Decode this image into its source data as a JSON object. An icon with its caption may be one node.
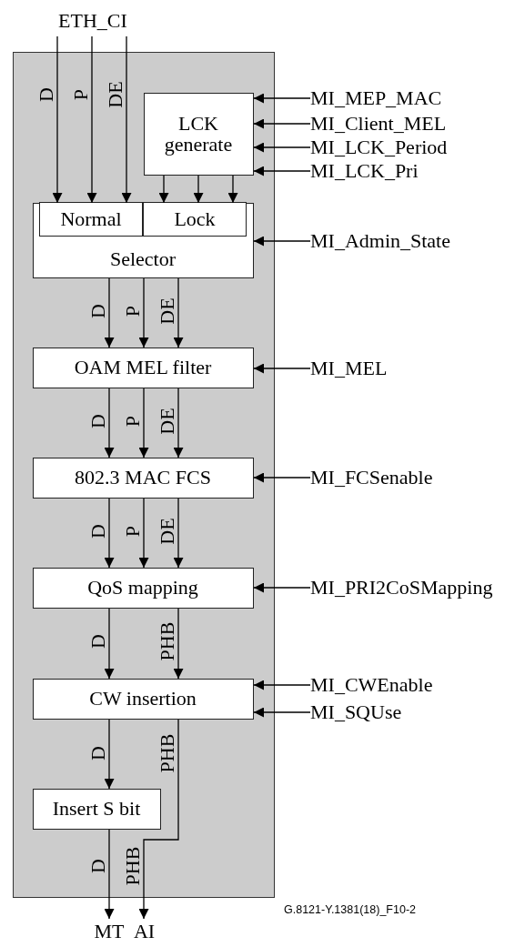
{
  "diagram": {
    "nodes": [
      {
        "text": [
          "ETH_CI"
        ]
      },
      {
        "text": [],
        "shape": "box"
      },
      {
        "text": [
          "LCK generate"
        ],
        "in": 1
      },
      {
        "text": [
          "Selector"
        ],
        "in": 1
      },
      {
        "text": [
          "Normal"
        ],
        "in": 3
      },
      {
        "text": [
          "Lock"
        ],
        "in": 3
      },
      {
        "text": [
          "OAM MEL filter"
        ],
        "in": 1
      },
      {
        "text": [
          "802.3 MAC FCS"
        ],
        "in": 1
      },
      {
        "text": [
          "QoS mapping"
        ],
        "in": 1
      },
      {
        "text": [
          "CW insertion"
        ],
        "in": 1
      },
      {
        "text": [
          "Insert S bit"
        ],
        "in": 1
      },
      {
        "text": [
          "MI_MEP_MAC"
        ]
      },
      {
        "text": [
          "MI_Client_MEL"
        ]
      },
      {
        "text": [
          "MI_LCK_Period"
        ]
      },
      {
        "text": [
          "MI_LCK_Pri"
        ]
      },
      {
        "text": [
          "MI_Admin_State"
        ]
      },
      {
        "text": [
          "MI_MEL"
        ]
      },
      {
        "text": [
          "MI_FCSenable"
        ]
      },
      {
        "text": [
          "MI_PRI2CoSMapping"
        ]
      },
      {
        "text": [
          "MI_CWEnable"
        ]
      },
      {
        "text": [
          "MI_SQUse"
        ]
      },
      {
        "text": [
          "MT"
        ]
      },
      {
        "text": [
          "AI"
        ]
      }
    ],
    "edges": [
      {
        "from": 0,
        "to": 4,
        "arrow": "to",
        "label": "D"
      },
      {
        "from": 0,
        "to": 4,
        "arrow": "to",
        "label": "P"
      },
      {
        "from": 0,
        "to": 4,
        "arrow": "to",
        "label": "DE"
      },
      {
        "from": 2,
        "to": 5,
        "arrow": "to"
      },
      {
        "from": 2,
        "to": 5,
        "arrow": "to"
      },
      {
        "from": 2,
        "to": 5,
        "arrow": "to"
      },
      {
        "from": 11,
        "to": 2,
        "arrow": "to"
      },
      {
        "from": 12,
        "to": 2,
        "arrow": "to"
      },
      {
        "from": 13,
        "to": 2,
        "arrow": "to"
      },
      {
        "from": 14,
        "to": 2,
        "arrow": "to"
      },
      {
        "from": 15,
        "to": 3,
        "arrow": "to"
      },
      {
        "from": 3,
        "to": 6,
        "arrow": "to",
        "label": "D"
      },
      {
        "from": 3,
        "to": 6,
        "arrow": "to",
        "label": "P"
      },
      {
        "from": 3,
        "to": 6,
        "arrow": "to",
        "label": "DE"
      },
      {
        "from": 16,
        "to": 6,
        "arrow": "to"
      },
      {
        "from": 6,
        "to": 7,
        "arrow": "to",
        "label": "D"
      },
      {
        "from": 6,
        "to": 7,
        "arrow": "to",
        "label": "P"
      },
      {
        "from": 6,
        "to": 7,
        "arrow": "to",
        "label": "DE"
      },
      {
        "from": 17,
        "to": 7,
        "arrow": "to"
      },
      {
        "from": 7,
        "to": 8,
        "arrow": "to",
        "label": "D"
      },
      {
        "from": 7,
        "to": 8,
        "arrow": "to",
        "label": "P"
      },
      {
        "from": 7,
        "to": 8,
        "arrow": "to",
        "label": "DE"
      },
      {
        "from": 18,
        "to": 8,
        "arrow": "to"
      },
      {
        "from": 8,
        "to": 9,
        "arrow": "to",
        "label": "D"
      },
      {
        "from": 8,
        "to": 9,
        "arrow": "to",
        "label": "PHB"
      },
      {
        "from": 19,
        "to": 9,
        "arrow": "to"
      },
      {
        "from": 20,
        "to": 9,
        "arrow": "to"
      },
      {
        "from": 9,
        "to": 10,
        "arrow": "to",
        "label": "D"
      },
      {
        "from": 9,
        "to": 22,
        "arrow": "to",
        "label": "PHB"
      },
      {
        "from": 10,
        "to": 21,
        "arrow": "to",
        "label": "D"
      }
    ],
    "labels": [
      "PHB",
      "G.8121-Y.1381(18)_F10-2"
    ]
  }
}
